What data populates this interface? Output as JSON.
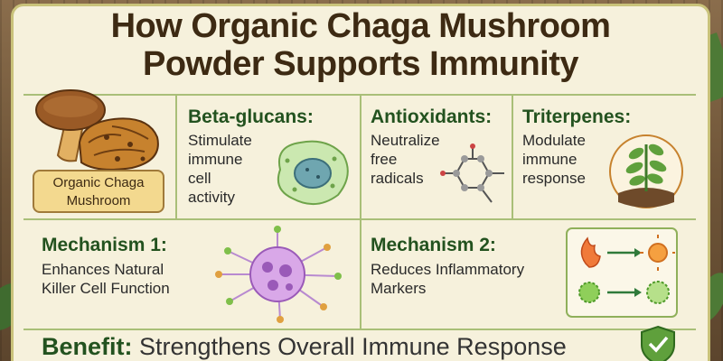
{
  "title": {
    "line1": "How Organic Chaga Mushroom",
    "line2": "Powder Supports Immunity"
  },
  "chaga": {
    "label_line1": "Organic Chaga",
    "label_line2": "Mushroom"
  },
  "cards": [
    {
      "heading": "Beta-glucans:",
      "lines": [
        "Stimulate",
        "immune",
        "cell",
        "activity"
      ]
    },
    {
      "heading": "Antioxidants:",
      "lines": [
        "Neutralize",
        "free",
        "radicals"
      ]
    },
    {
      "heading": "Triterpenes:",
      "lines": [
        "Modulate",
        "immune",
        "response"
      ]
    }
  ],
  "mechanisms": [
    {
      "heading": "Mechanism 1:",
      "lines": [
        "Enhances Natural",
        "Killer Cell Function"
      ]
    },
    {
      "heading": "Mechanism 2:",
      "lines": [
        "Reduces Inflammatory",
        "Markers"
      ]
    }
  ],
  "benefit": {
    "label": "Benefit:",
    "text": "Strengthens Overall Immune Response"
  },
  "colors": {
    "heading_green": "#23521f",
    "title_brown": "#3d2a13",
    "panel_cream": "#f6f1dc"
  },
  "icons": [
    "mushroom-icon",
    "cell-icon",
    "molecule-icon",
    "sprout-icon",
    "killer-cell-icon",
    "inflammation-icon",
    "shield-check-icon"
  ]
}
